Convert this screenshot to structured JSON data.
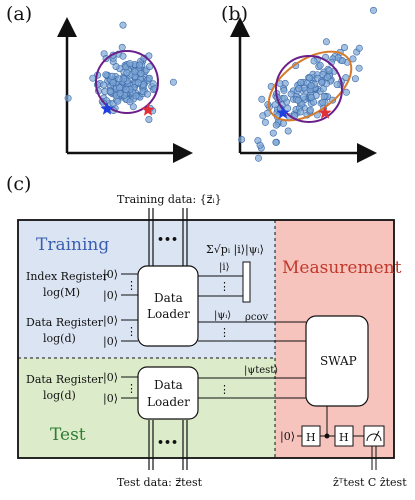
{
  "panels": {
    "a_label": "(a)",
    "b_label": "(b)",
    "c_label": "(c)"
  },
  "circuit": {
    "training_data_label": "Training data: {z⃗ᵢ}",
    "test_data_label": "Test data: z⃗test",
    "training_region_label": "Training",
    "test_region_label": "Test",
    "measurement_region_label": "Measurement",
    "index_register_label": "Index Register",
    "index_register_size": "log(M)",
    "data_register_label_train": "Data Register",
    "data_register_size_train": "log(d)",
    "data_register_label_test": "Data Register",
    "data_register_size_test": "log(d)",
    "ket0": "|0⟩",
    "vdots": "⋮",
    "hdots": "•••",
    "data_loader_line1": "Data",
    "data_loader_line2": "Loader",
    "state_sum": "Σ√pᵢ |i⟩|ψᵢ⟩",
    "ket_i": "|i⟩",
    "ket_psi_i": "|ψᵢ⟩",
    "rho_cov": "ρcov",
    "ket_psi_test": "|ψtest⟩",
    "swap_label": "SWAP",
    "hadamard": "H",
    "measurement_output": "ẑᵀtest C ẑtest"
  },
  "colors": {
    "training_bg": "#dbe4f3",
    "test_bg": "#dcebc9",
    "measurement_bg": "#f6c3bd",
    "scatter_fill": "#7ea6d6",
    "scatter_stroke": "#3d6aa8",
    "circle_purple": "#6a1f8a",
    "ellipse_orange": "#d67a2b",
    "star_blue": "#1f3fe0",
    "star_red": "#e0303a"
  }
}
